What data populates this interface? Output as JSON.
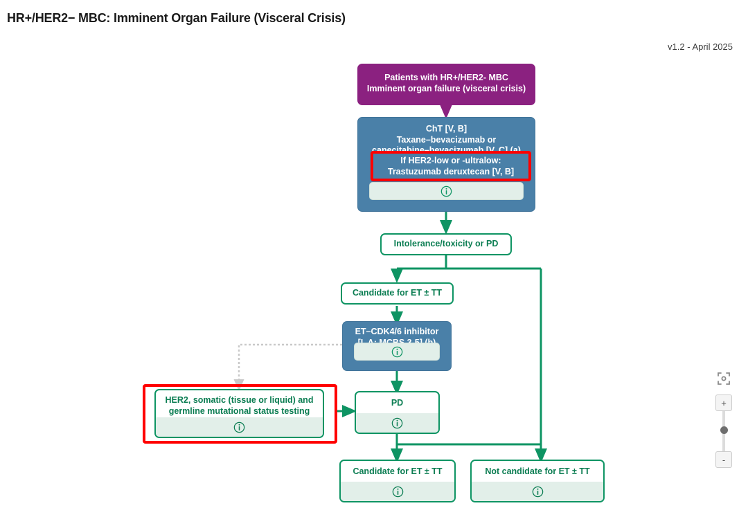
{
  "header": {
    "title": "HR+/HER2− MBC: Imminent Organ Failure (Visceral Crisis)",
    "version": "v1.2 - April 2025"
  },
  "colors": {
    "purple": "#8b2180",
    "blue": "#4a80a8",
    "green": "#0e9463",
    "green_text": "#0b7d52",
    "highlight_red": "#ff0000",
    "info_strip": "#e2efe9",
    "dotted_gray": "#c9c9c9"
  },
  "nodes": {
    "patients": {
      "line1": "Patients with HR+/HER2- MBC",
      "line2": "Imminent organ failure (visceral crisis)"
    },
    "cht": {
      "line1": "ChT [V, B]",
      "line2": "Taxane–bevacizumab or",
      "line3": "capecitabine–bevacizumab [V, C] (a)",
      "info": "info-icon"
    },
    "her2_low_overlay": {
      "line1": "If HER2-low or -ultralow:",
      "line2": "Trastuzumab deruxtecan [V, B]"
    },
    "intolerance": {
      "label": "Intolerance/toxicity or PD"
    },
    "candidate_et_top": {
      "label": "Candidate for ET ± TT"
    },
    "et_cdk46": {
      "line1": "ET–CDK4/6 inhibitor",
      "line2": "[I, A; MCBS 3-5] (b)",
      "info": "info-icon"
    },
    "her2_testing": {
      "line1": "HER2, somatic (tissue or liquid) and",
      "line2": "germline mutational status testing",
      "info": "info-icon"
    },
    "pd": {
      "label": "PD",
      "info": "info-icon"
    },
    "candidate_et_bottom": {
      "label": "Candidate for ET ± TT",
      "info": "info-icon"
    },
    "not_candidate_et": {
      "label": "Not candidate for ET ± TT",
      "info": "info-icon"
    }
  },
  "zoom_controls": {
    "fit_icon": "fit-to-screen-icon",
    "zoom_in_label": "+",
    "zoom_out_label": "-",
    "slider_handle": "zoom-slider-handle"
  }
}
